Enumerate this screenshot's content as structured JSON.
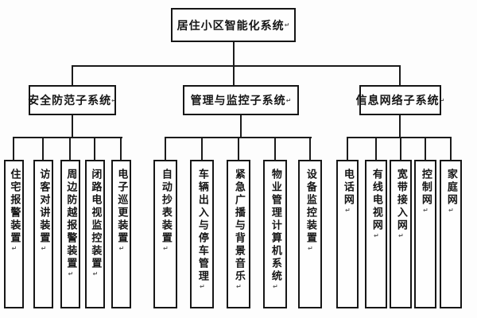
{
  "title": "居住小区智能化系统",
  "paragraph_mark": "↵",
  "groups": [
    {
      "label": "安全防范子系统",
      "leaves": [
        "住宅报警装置",
        "访客对讲装置",
        "周边防越报警装置",
        "闭路电视监控装置",
        "电子巡更装置"
      ]
    },
    {
      "label": "管理与监控子系统",
      "leaves": [
        "自动抄表装置",
        "车辆出入与停车管理",
        "紧急广播与背景音乐",
        "物业管理计算机系统",
        "设备监控装置"
      ]
    },
    {
      "label": "信息网络子系统",
      "leaves": [
        "电话网",
        "有线电视网",
        "宽带接入网",
        "控制网",
        "家庭网"
      ]
    }
  ],
  "colors": {
    "line": "#1b1b1b",
    "border": "#161616",
    "background": "#fdfdfd"
  }
}
